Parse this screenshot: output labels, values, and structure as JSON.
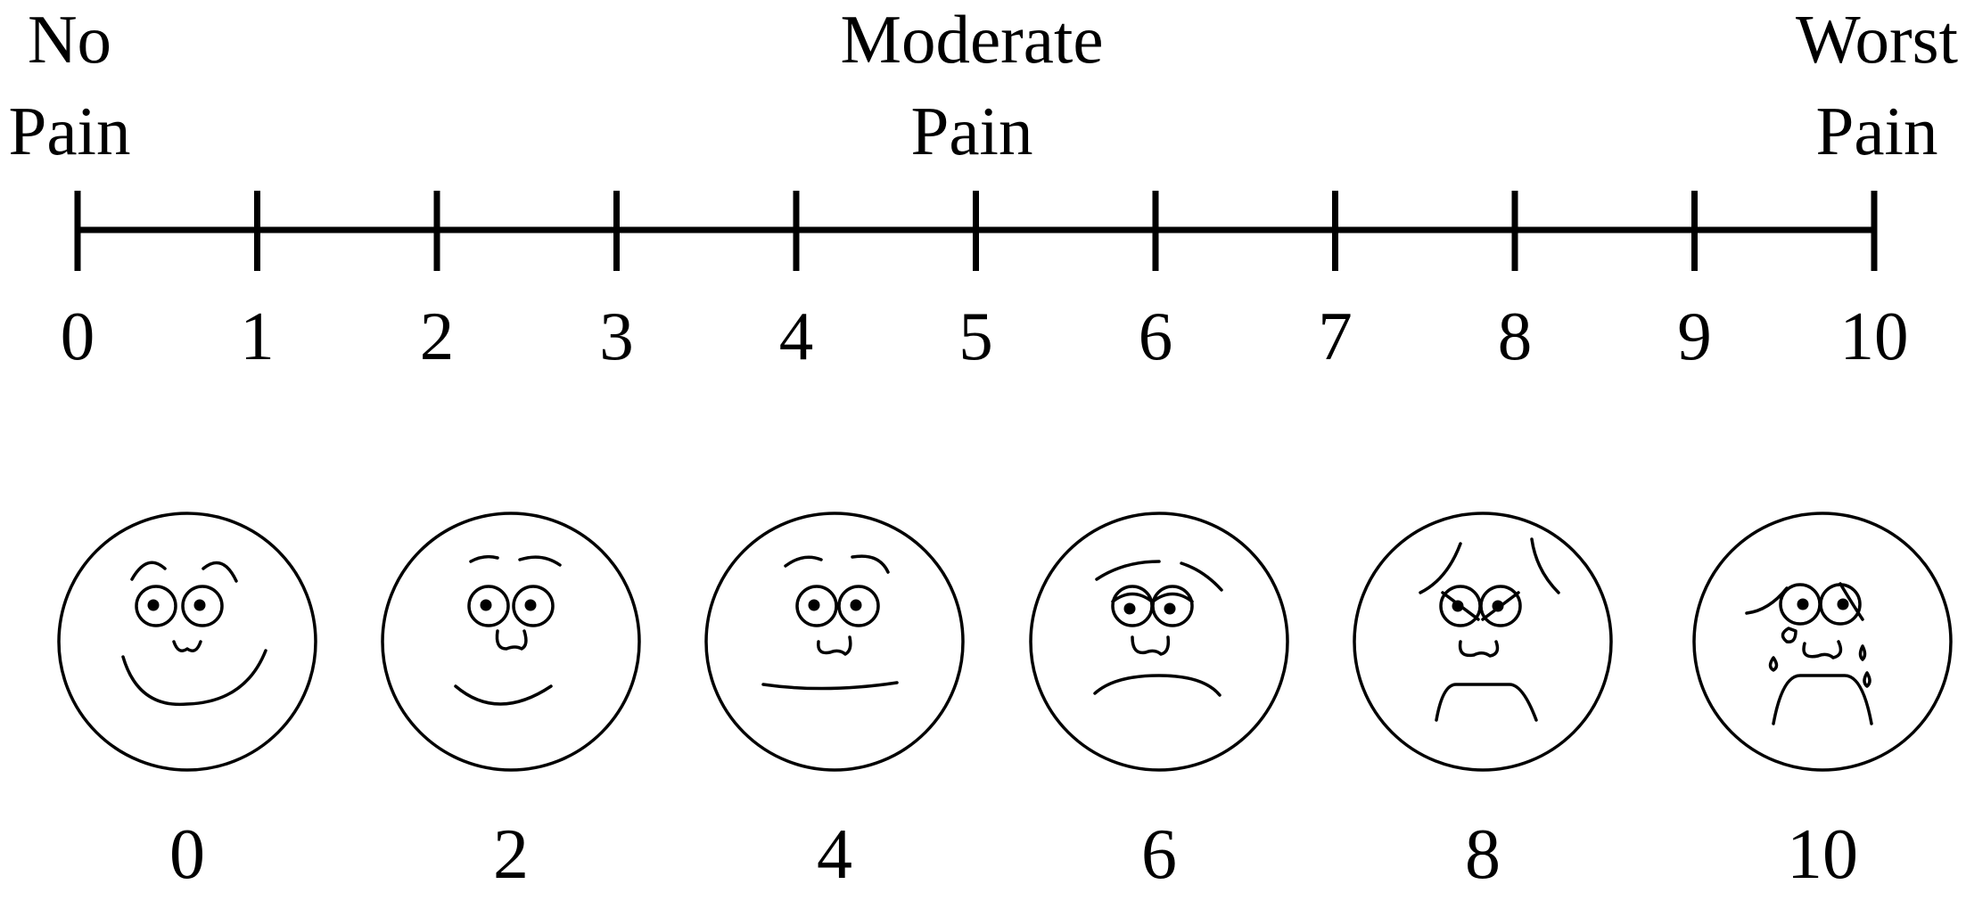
{
  "scale": {
    "min": 0,
    "max": 10,
    "ticks": [
      "0",
      "1",
      "2",
      "3",
      "4",
      "5",
      "6",
      "7",
      "8",
      "9",
      "10"
    ],
    "anchors": [
      {
        "value": 0,
        "lines": [
          "No",
          "Pain"
        ]
      },
      {
        "value": 5,
        "lines": [
          "Moderate",
          "Pain"
        ]
      },
      {
        "value": 10,
        "lines": [
          "Worst",
          "Pain"
        ]
      }
    ]
  },
  "faces": [
    {
      "label": "0",
      "value": 0,
      "icon": "smiling-face-icon"
    },
    {
      "label": "2",
      "value": 2,
      "icon": "slight-smile-face-icon"
    },
    {
      "label": "4",
      "value": 4,
      "icon": "neutral-face-icon"
    },
    {
      "label": "6",
      "value": 6,
      "icon": "frowning-face-icon"
    },
    {
      "label": "8",
      "value": 8,
      "icon": "worried-face-icon"
    },
    {
      "label": "10",
      "value": 10,
      "icon": "crying-face-icon"
    }
  ],
  "colors": {
    "ink": "#000000",
    "background": "#ffffff"
  }
}
